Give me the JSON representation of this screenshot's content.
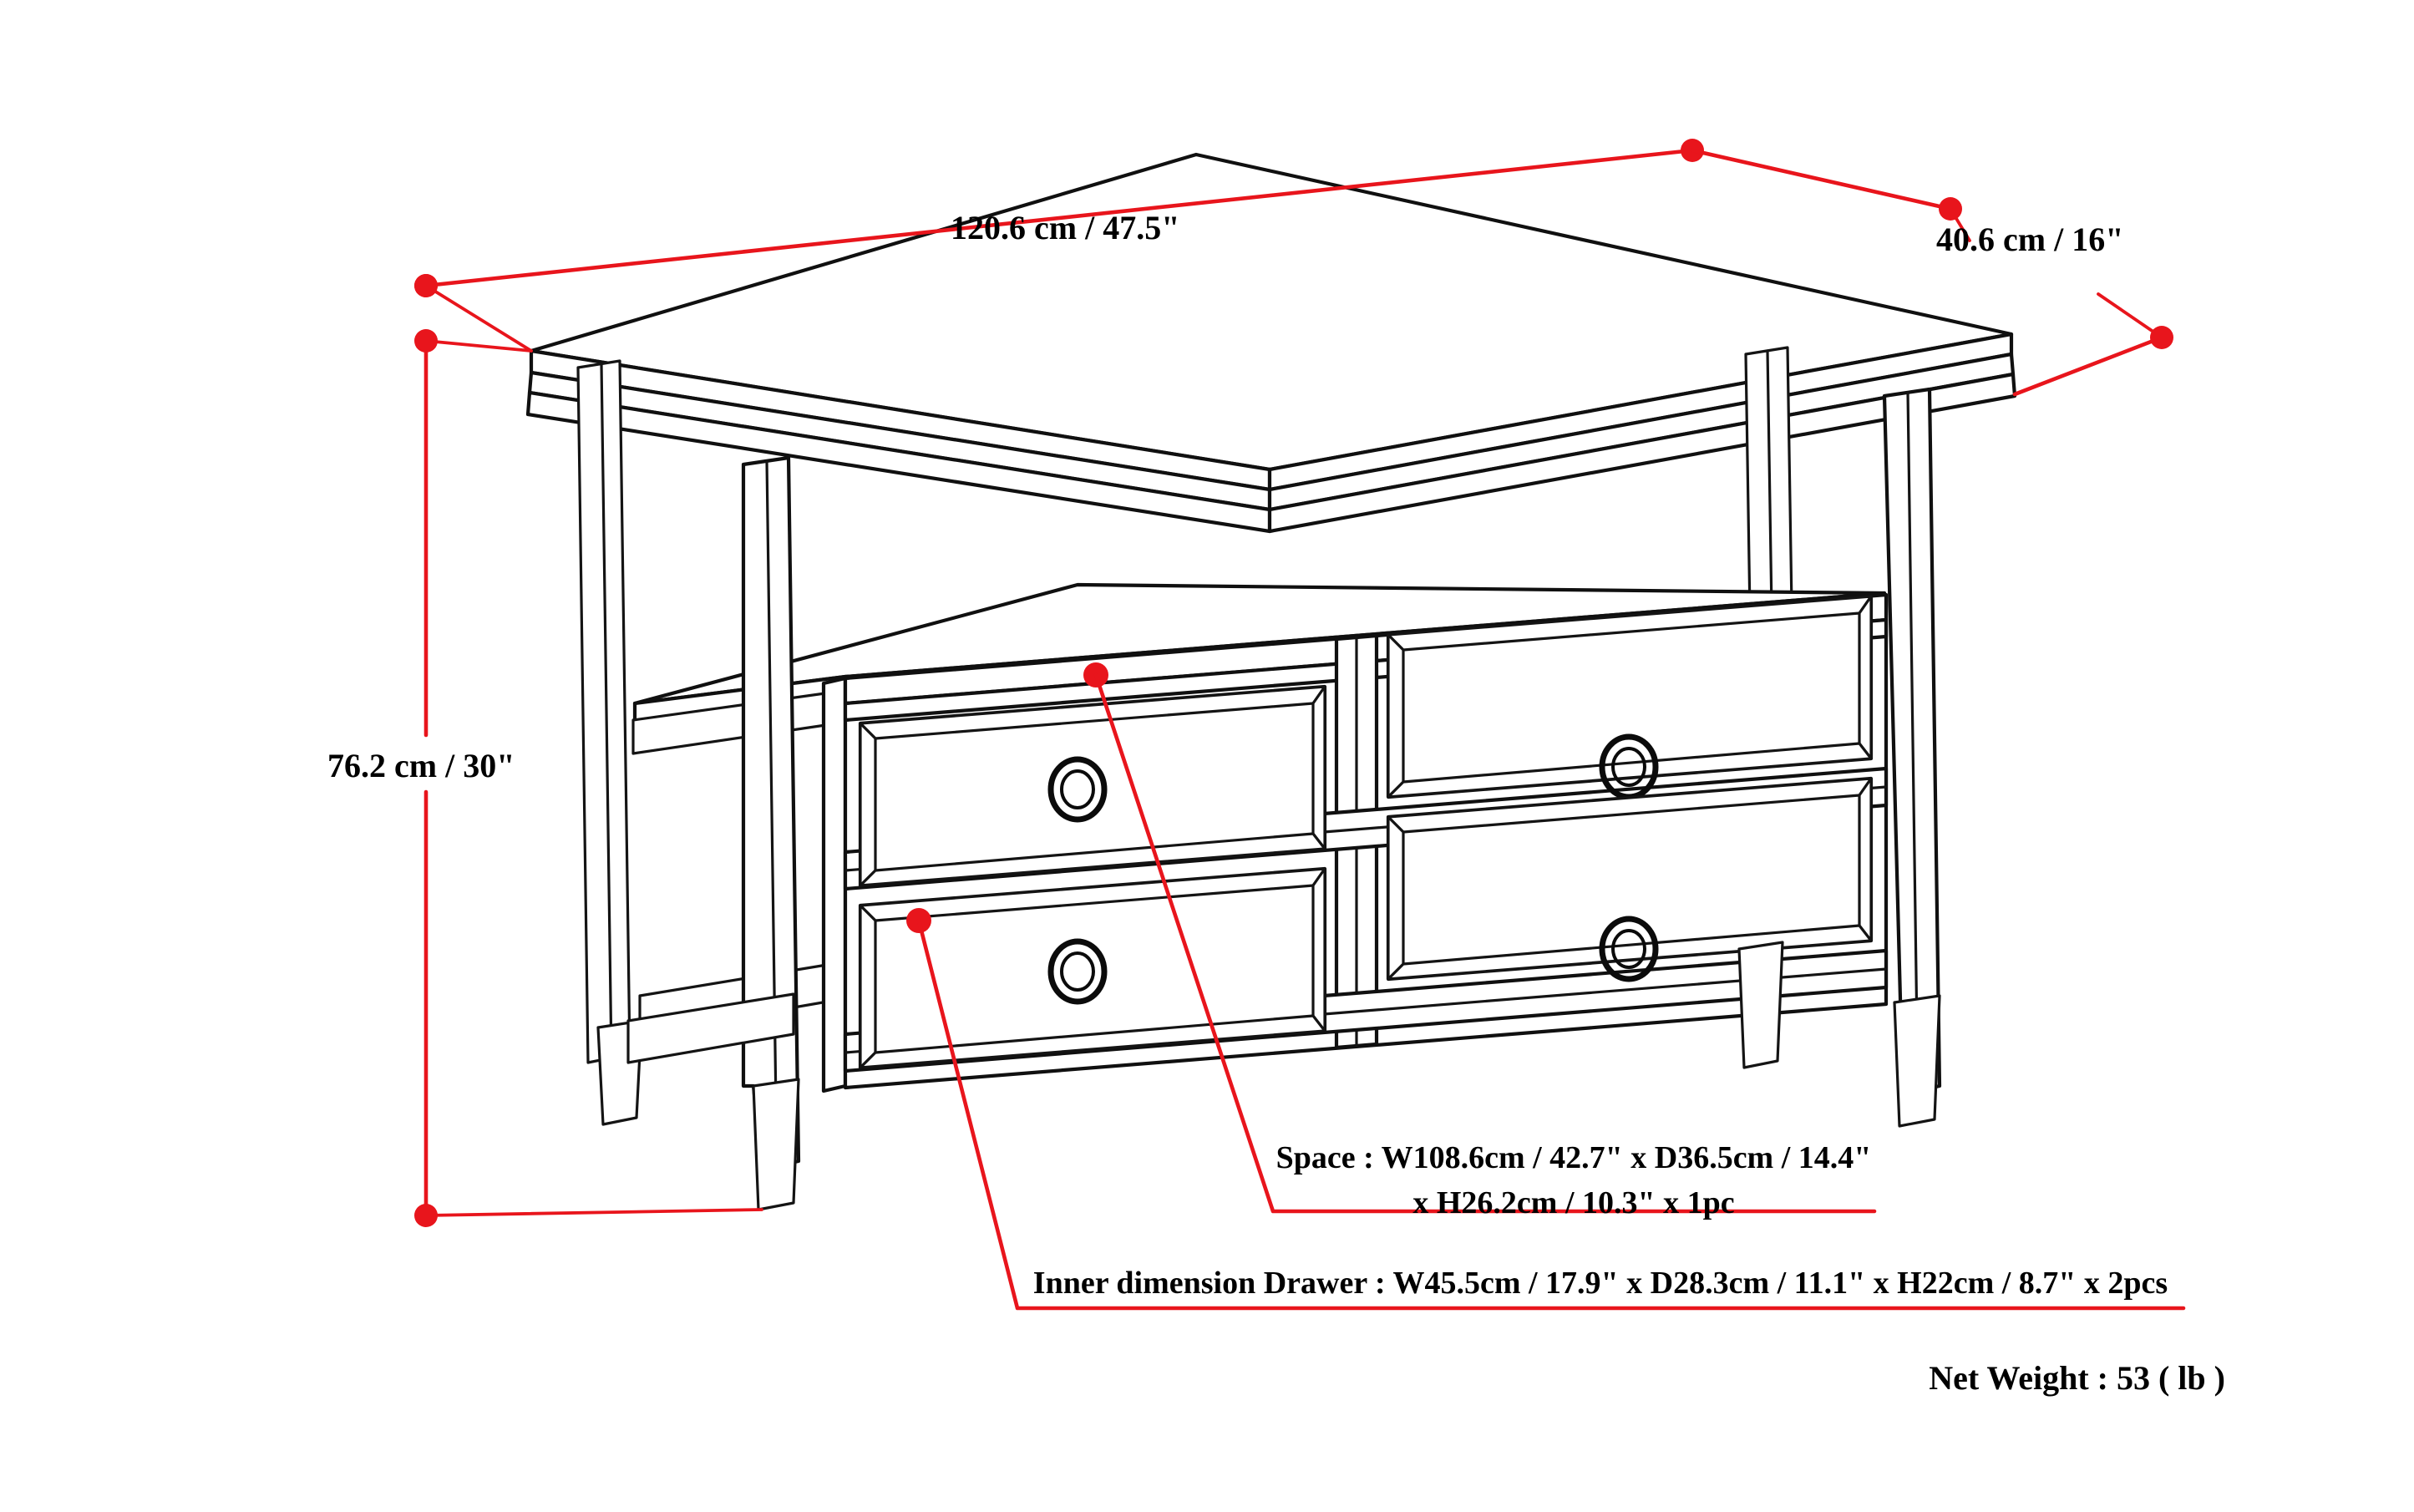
{
  "diagram": {
    "subject": "console-sofa-table-with-two-drawers-and-open-shelf",
    "line_color": "#101010",
    "annotation_color": "#E8151C",
    "background": "#ffffff"
  },
  "dimensions": {
    "width": {
      "label": "120.6 cm / 47.5\"",
      "cm": 120.6,
      "inches": 47.5,
      "axis": "width"
    },
    "depth": {
      "label": "40.6 cm / 16\"",
      "cm": 40.6,
      "inches": 16,
      "axis": "depth"
    },
    "height": {
      "label": "76.2 cm / 30\"",
      "cm": 76.2,
      "inches": 30,
      "axis": "height"
    }
  },
  "callouts": {
    "space": {
      "line1": "Space : W108.6cm / 42.7\" x D36.5cm / 14.4\"",
      "line2": "x H26.2cm / 10.3\" x 1pc"
    },
    "drawer": {
      "line1": "Inner dimension Drawer : W45.5cm / 17.9\" x D28.3cm / 11.1\" x H22cm / 8.7\" x 2pcs"
    }
  },
  "weight": {
    "label": "Net Weight :  53 ( lb )",
    "value": 53,
    "unit": "lb"
  }
}
